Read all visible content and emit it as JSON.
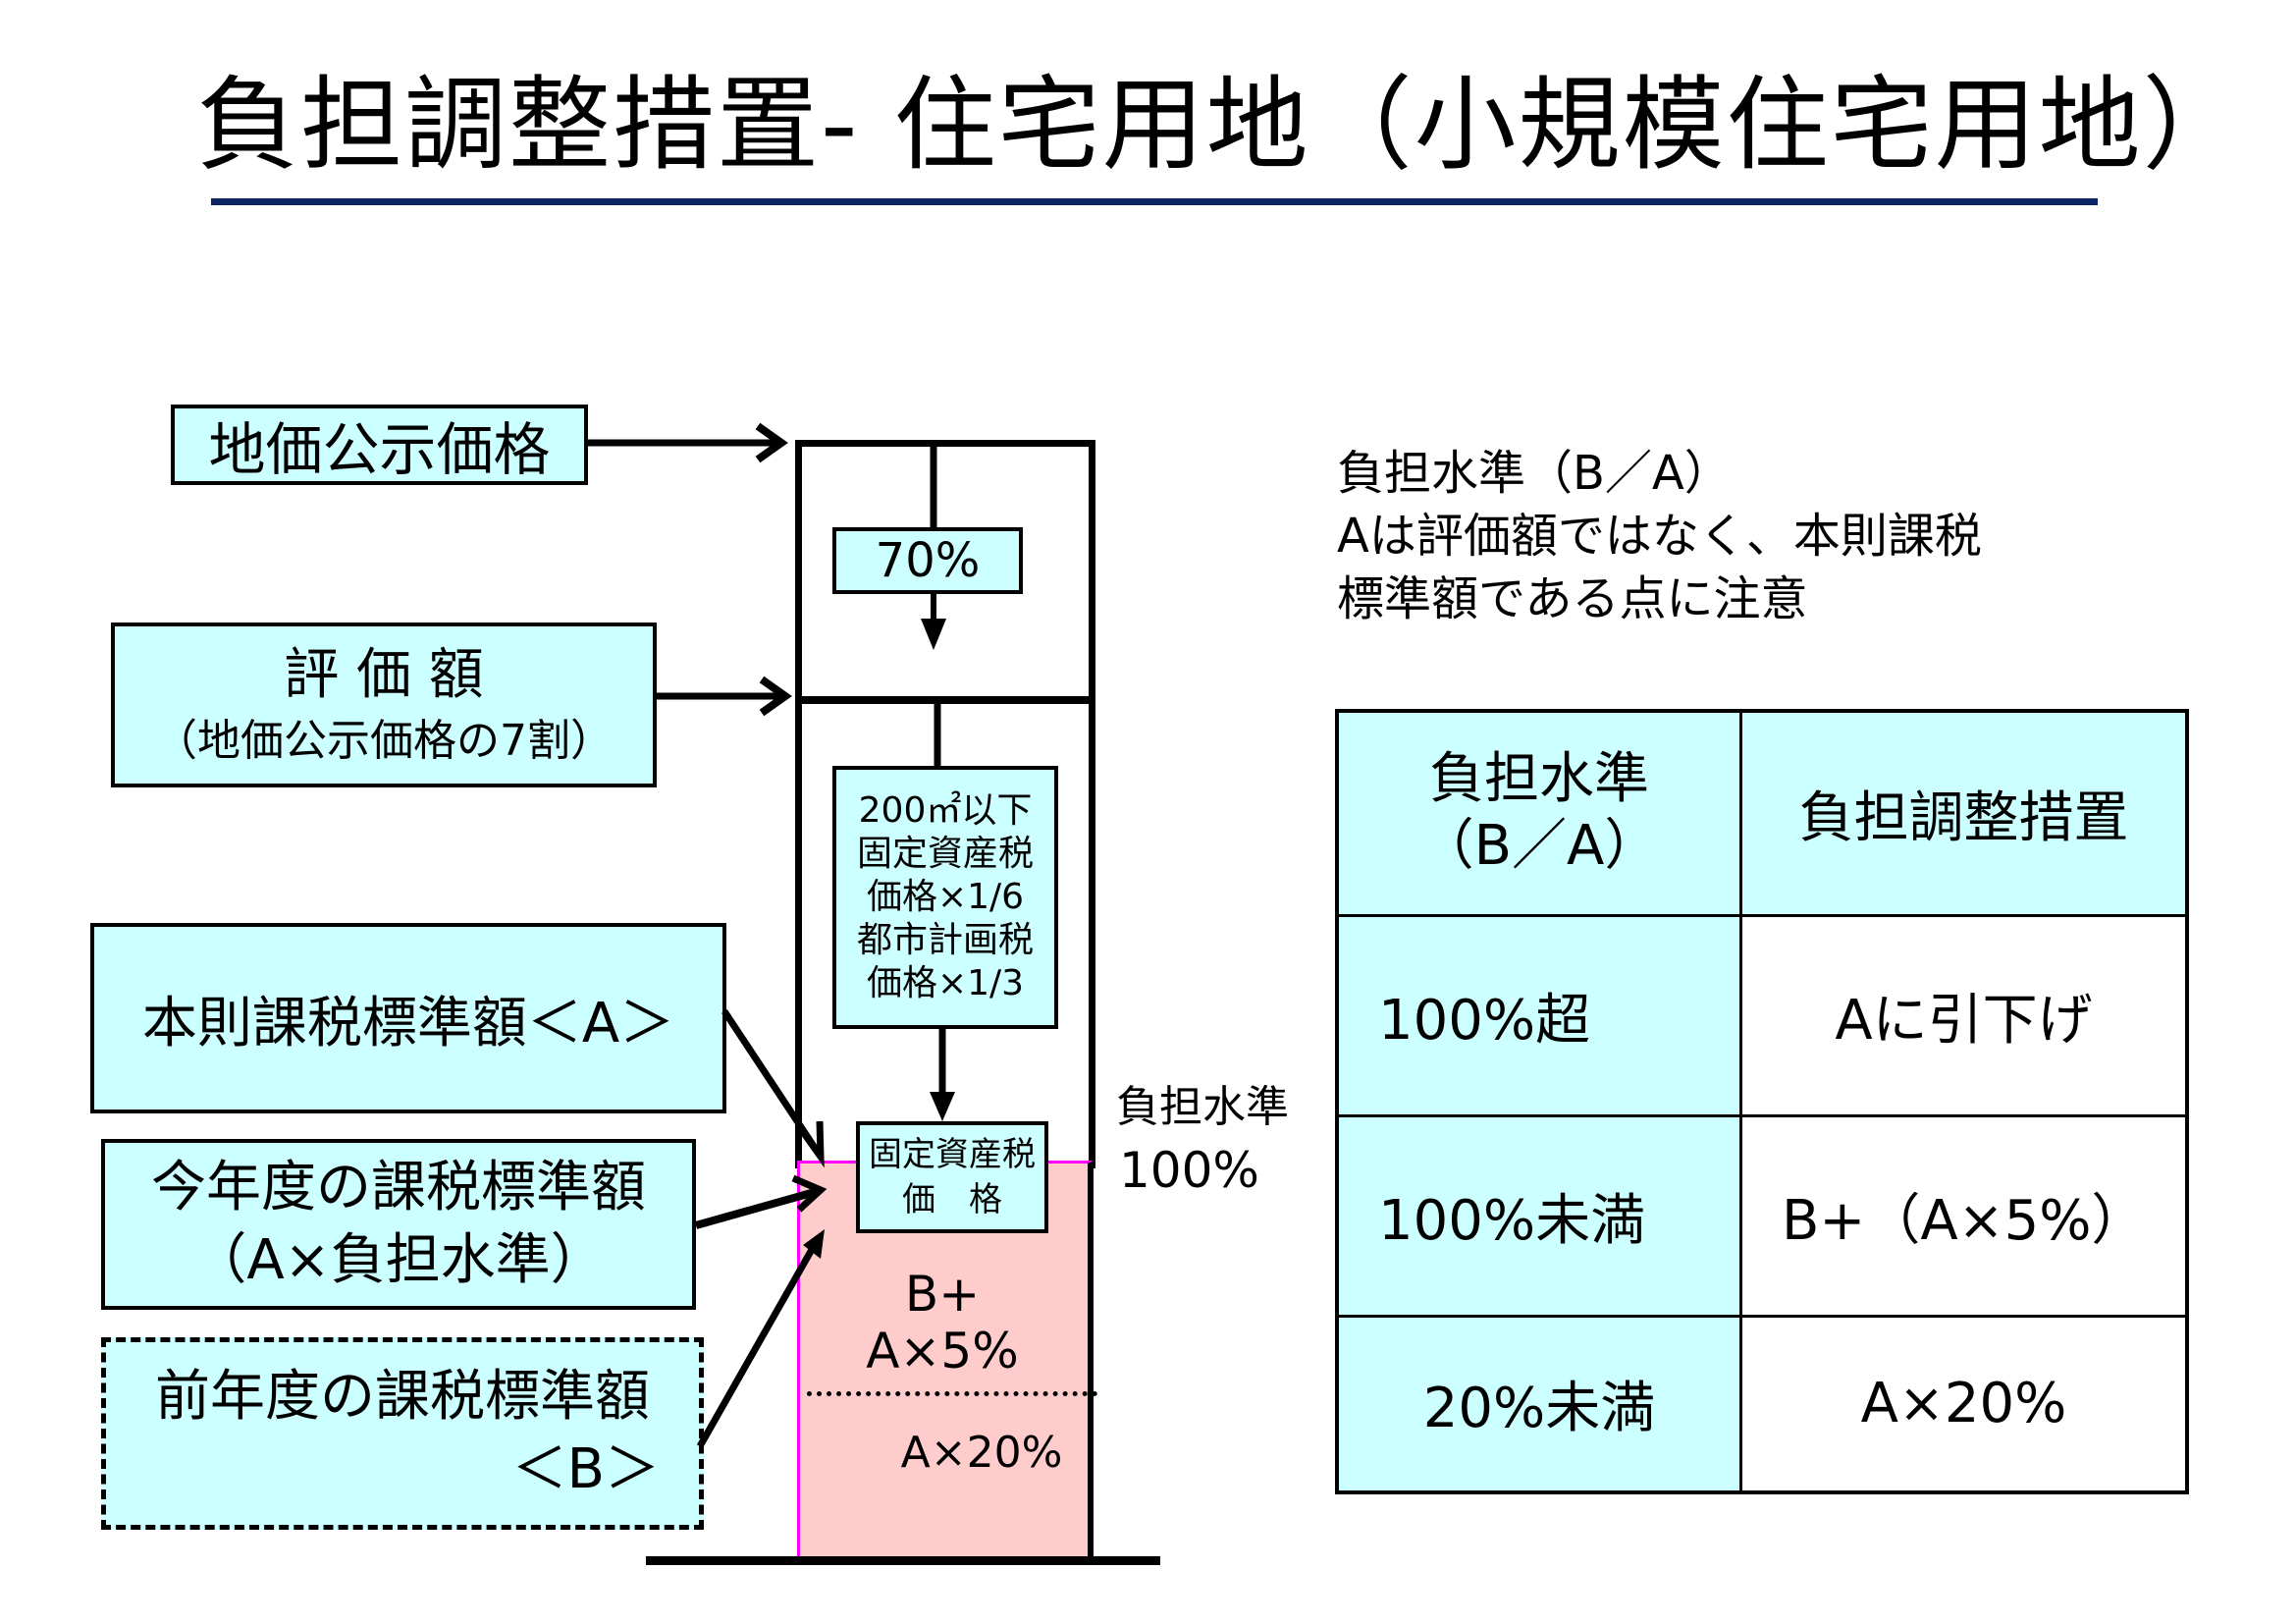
{
  "title": "負担調整措置- 住宅用地（小規模住宅用地）",
  "colors": {
    "title_rule": "#0c2461",
    "box_fill": "#ccffff",
    "burden_fill": "#ffcccc",
    "burden_border": "#ff00ff"
  },
  "left_boxes": {
    "land_price": "地価公示価格",
    "assessed_value": "評 価 額",
    "assessed_value_note": "（地価公示価格の7割）",
    "standard_base": "本則課税標準額＜A＞",
    "current_year_line1": "今年度の課税標準額",
    "current_year_line2": "（A×負担水準）",
    "previous_year_line1": "前年度の課税標準額",
    "previous_year_line2": "＜B＞"
  },
  "column": {
    "ratio_label": "70%",
    "special_lines": [
      "200㎡以下",
      "固定資産税",
      "価格×1/6",
      "都市計画税",
      "価格×1/3"
    ],
    "fixed_asset_line1": "固定資産税",
    "fixed_asset_line2": "価　格",
    "burden_upper_line1": "B+",
    "burden_upper_line2": "A×5%",
    "burden_lower": "A×20%"
  },
  "level_label": {
    "line1": "負担水準",
    "line2": "100%"
  },
  "note": {
    "lines": [
      "負担水準（B／A）",
      "Aは評価額ではなく、本則課税",
      "標準額である点に注意"
    ]
  },
  "table": {
    "headers": [
      "負担水準（B／A）",
      "負担調整措置"
    ],
    "header_level_line1": "負担水準",
    "header_level_line2": "（B／A）",
    "rows": [
      {
        "level": "100%超",
        "action": "Aに引下げ"
      },
      {
        "level": "100%未満",
        "action": "B+（A×5%）"
      },
      {
        "level": "20%未満",
        "action": "A×20%"
      }
    ]
  }
}
